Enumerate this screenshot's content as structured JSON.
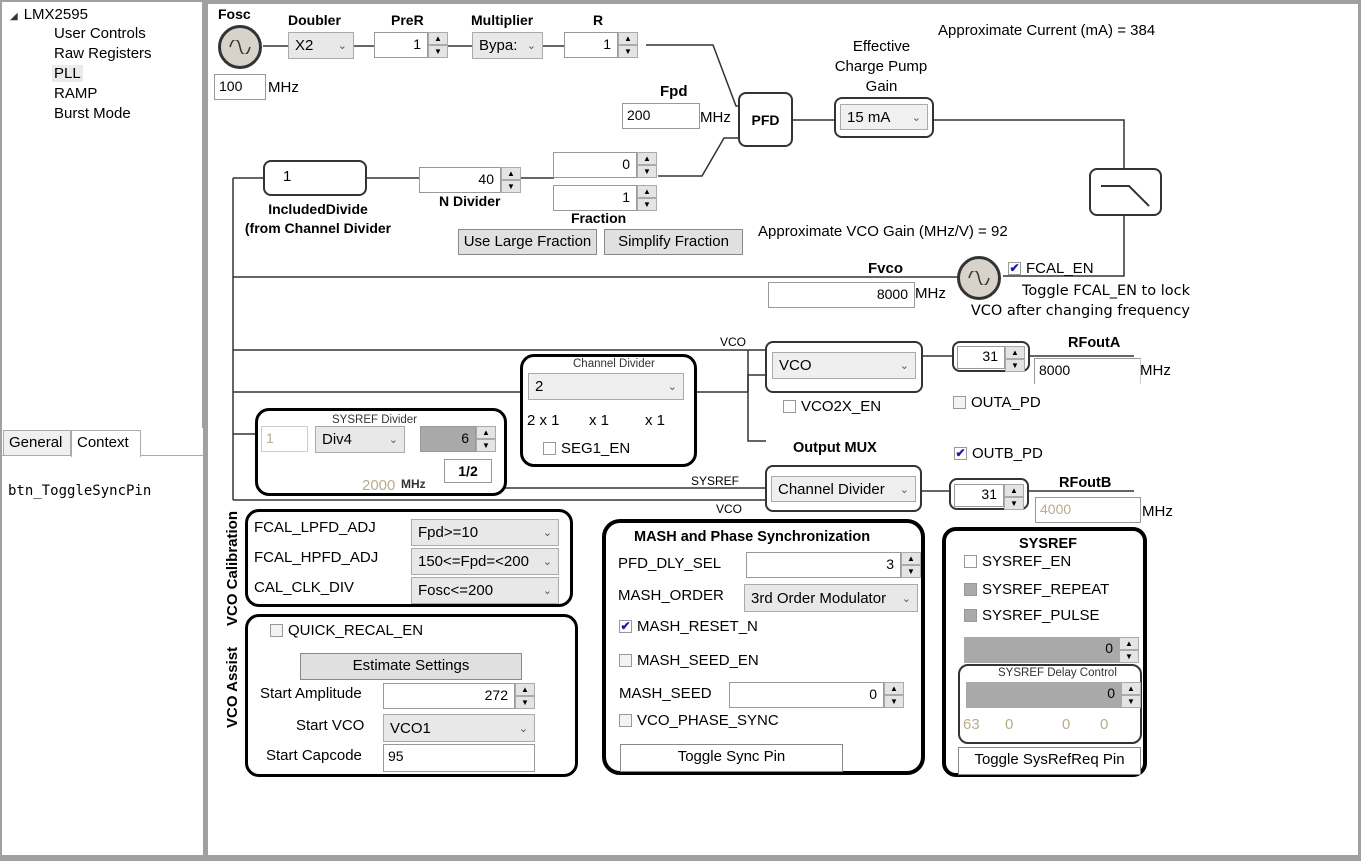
{
  "tree": {
    "root": "LMX2595",
    "items": [
      "User Controls",
      "Raw Registers",
      "PLL",
      "RAMP",
      "Burst Mode"
    ],
    "selected": "PLL"
  },
  "tabs": {
    "items": [
      "General",
      "Context"
    ],
    "active": "Context",
    "content": "btn_ToggleSyncPin"
  },
  "pll": {
    "fosc": {
      "label": "Fosc",
      "value": "100",
      "unit": "MHz"
    },
    "doubler": {
      "label": "Doubler",
      "value": "X2"
    },
    "prer": {
      "label": "PreR",
      "value": "1"
    },
    "multiplier": {
      "label": "Multiplier",
      "value": "Bypa:"
    },
    "r": {
      "label": "R",
      "value": "1"
    },
    "fpd": {
      "label": "Fpd",
      "value": "200",
      "unit": "MHz"
    },
    "pfd": "PFD",
    "cp_gain": {
      "label_lines": [
        "Effective",
        "Charge Pump",
        "Gain"
      ],
      "value": "15 mA"
    },
    "current": "Approximate Current (mA) = 384",
    "included_divide": {
      "value": "1",
      "label_lines": [
        "IncludedDivide",
        "(from Channel Divider"
      ]
    },
    "n_divider": {
      "label": "N Divider",
      "value": "40"
    },
    "fraction": {
      "label": "Fraction",
      "num": "0",
      "den": "1"
    },
    "use_large_fraction": "Use Large Fraction",
    "simplify_fraction": "Simplify Fraction",
    "vco_gain": "Approximate VCO Gain (MHz/V) =  92",
    "fvco": {
      "label": "Fvco",
      "value": "8000",
      "unit": "MHz"
    },
    "fcal_en": {
      "label": "FCAL_EN",
      "checked": true
    },
    "fcal_hint_lines": [
      "Toggle FCAL_EN to lock",
      "VCO after changing frequency"
    ]
  },
  "outputs": {
    "wire_labels": {
      "vco_top": "VCO",
      "sysref": "SYSREF",
      "vco_bottom": "VCO"
    },
    "channel_divider": {
      "title": "Channel  Divider",
      "value": "2",
      "seg": [
        "2 x 1",
        "x 1",
        "x 1"
      ],
      "seg1_en": {
        "label": "SEG1_EN",
        "checked": false
      }
    },
    "sysref_divider": {
      "title": "SYSREF Divider",
      "in_value": "1",
      "div": "Div4",
      "value": "6",
      "half": "1/2",
      "freq": "2000",
      "unit": "MHz"
    },
    "muxa": {
      "value": "VCO",
      "vco2x_en": {
        "label": "VCO2X_EN",
        "checked": false
      }
    },
    "muxb": {
      "label": "Output MUX",
      "value": "Channel Divider"
    },
    "rfouta": {
      "label": "RFoutA",
      "power": "31",
      "freq": "8000",
      "unit": "MHz",
      "pd": {
        "label": "OUTA_PD",
        "checked": false
      }
    },
    "rfoutb": {
      "label": "RFoutB",
      "power": "31",
      "freq": "4000",
      "unit": "MHz",
      "pd": {
        "label": "OUTB_PD",
        "checked": true
      }
    }
  },
  "vco_cal": {
    "section_label": "VCO Calibration",
    "rows": [
      {
        "label": "FCAL_LPFD_ADJ",
        "value": "Fpd>=10"
      },
      {
        "label": "FCAL_HPFD_ADJ",
        "value": "150<=Fpd=<200"
      },
      {
        "label": "CAL_CLK_DIV",
        "value": "Fosc<=200"
      }
    ]
  },
  "vco_assist": {
    "section_label": "VCO Assist",
    "quick_recal": {
      "label": "QUICK_RECAL_EN",
      "checked": false
    },
    "estimate": "Estimate Settings",
    "start_amplitude": {
      "label": "Start Amplitude",
      "value": "272"
    },
    "start_vco": {
      "label": "Start VCO",
      "value": "VCO1"
    },
    "start_capcode": {
      "label": "Start Capcode",
      "value": "95"
    }
  },
  "mash": {
    "title": "MASH and Phase Synchronization",
    "pfd_dly_sel": {
      "label": "PFD_DLY_SEL",
      "value": "3"
    },
    "mash_order": {
      "label": "MASH_ORDER",
      "value": "3rd Order Modulator"
    },
    "mash_reset_n": {
      "label": "MASH_RESET_N",
      "checked": true
    },
    "mash_seed_en": {
      "label": "MASH_SEED_EN",
      "checked": false
    },
    "mash_seed": {
      "label": "MASH_SEED",
      "value": "0"
    },
    "vco_phase_sync": {
      "label": "VCO_PHASE_SYNC",
      "checked": false
    },
    "toggle_sync": "Toggle Sync Pin"
  },
  "sysref": {
    "title": "SYSREF",
    "sysref_en": {
      "label": "SYSREF_EN",
      "checked": false
    },
    "sysref_repeat": {
      "label": "SYSREF_REPEAT"
    },
    "sysref_pulse": {
      "label": "SYSREF_PULSE"
    },
    "pulse_count": "0",
    "delay": {
      "title": "SYSREF Delay Control",
      "value": "0",
      "readouts": [
        "63",
        "0",
        "0",
        "0"
      ]
    },
    "toggle": "Toggle SysRefReq Pin"
  }
}
